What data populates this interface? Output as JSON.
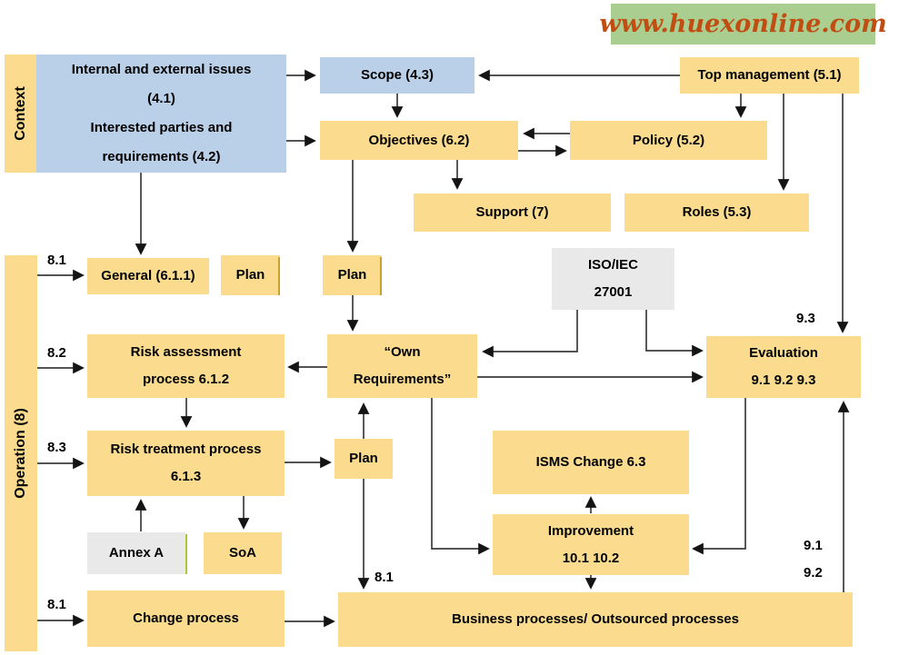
{
  "banner": {
    "text": "www.huexonline.com"
  },
  "bands": {
    "context": "Context",
    "operation": "Operation (8)"
  },
  "boxes": {
    "issues": {
      "l1": "Internal and external issues",
      "l2": "(4.1)",
      "l3": "Interested parties and",
      "l4": "requirements (4.2)"
    },
    "scope": {
      "l1": "Scope (4.3)"
    },
    "top_management": {
      "l1": "Top management (5.1)"
    },
    "objectives": {
      "l1": "Objectives (6.2)"
    },
    "policy": {
      "l1": "Policy (5.2)"
    },
    "support": {
      "l1": "Support (7)"
    },
    "roles": {
      "l1": "Roles (5.3)"
    },
    "general": {
      "l1": "General (6.1.1)"
    },
    "plan_general": {
      "l1": "Plan"
    },
    "plan_objectives": {
      "l1": "Plan"
    },
    "iso27001": {
      "l1": "ISO/IEC",
      "l2": "27001"
    },
    "own_requirements": {
      "l1": "“Own",
      "l2": "Requirements”"
    },
    "evaluation": {
      "l1": "Evaluation",
      "l2": "9.1 9.2 9.3"
    },
    "risk_assessment": {
      "l1": "Risk assessment",
      "l2": "process 6.1.2"
    },
    "risk_treatment": {
      "l1": "Risk treatment process",
      "l2": "6.1.3"
    },
    "plan_risk_treatment": {
      "l1": "Plan"
    },
    "annex_a": {
      "l1": "Annex A"
    },
    "soa": {
      "l1": "SoA"
    },
    "isms_change": {
      "l1": "ISMS Change 6.3"
    },
    "improvement": {
      "l1": "Improvement",
      "l2": "10.1 10.2"
    },
    "change_process": {
      "l1": "Change process"
    },
    "business_processes": {
      "l1": "Business processes/ Outsourced processes"
    }
  },
  "labels": {
    "op_8_1_top": "8.1",
    "op_8_2": "8.2",
    "op_8_3": "8.3",
    "op_8_1_bottom": "8.1",
    "plan_8_1": "8.1",
    "eval_9_3": "9.3",
    "eval_9_1": "9.1",
    "eval_9_2": "9.2"
  },
  "colors": {
    "box_yellow": "#FBDC8E",
    "box_blue": "#BACFE8",
    "box_gray": "#E9E9E9",
    "banner_green": "#A9CE90",
    "banner_text": "#C04E12",
    "line": "#3C3C3C"
  }
}
